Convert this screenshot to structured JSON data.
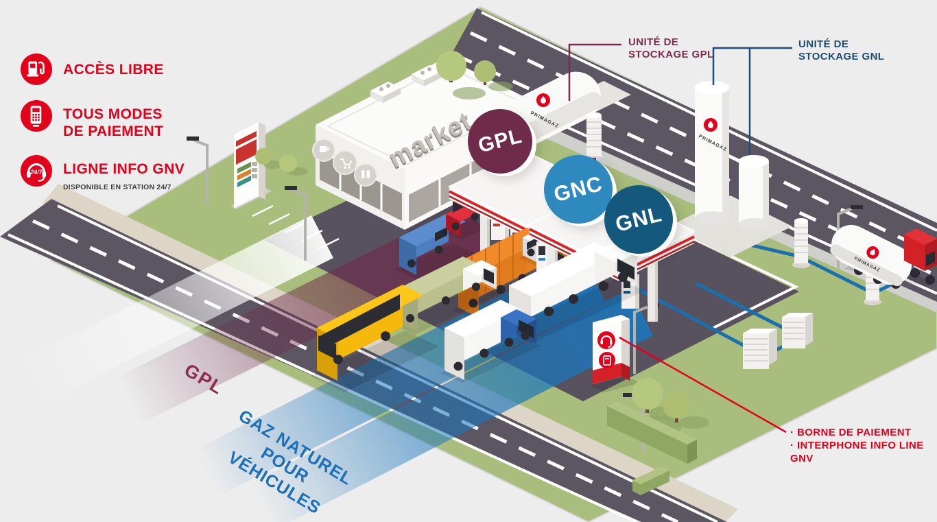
{
  "colors": {
    "primagaz_red": "#e2001a",
    "gpl_maroon": "#6e2b4a",
    "gnc_blue": "#2e8abe",
    "gnl_blue": "#15587e",
    "callout_gpl_text": "#7b2d4f",
    "callout_gnl_text": "#1d4d76",
    "flow_gpl_text": "#8c2d51",
    "flow_gnv_text": "#1d70b7",
    "grass": "#a9bd7c",
    "asphalt": "#5b5662",
    "forecourt": "#58525f",
    "background": "#ededed"
  },
  "legend": {
    "items": [
      {
        "icon": "fuel-pump-icon",
        "lines": [
          "ACCÈS LIBRE"
        ]
      },
      {
        "icon": "payment-terminal-icon",
        "lines": [
          "TOUS MODES",
          "DE PAIEMENT"
        ]
      },
      {
        "icon": "headset-24-7-icon",
        "lines": [
          "LIGNE INFO GNV"
        ],
        "sublabel": "DISPONIBLE EN STATION 24/7",
        "badge": "24/7"
      }
    ]
  },
  "callouts": {
    "gpl_storage": {
      "line1": "UNITÉ DE",
      "line2": "STOCKAGE GPL"
    },
    "gnl_storage": {
      "line1": "UNITÉ DE",
      "line2": "STOCKAGE GNL"
    },
    "payment": {
      "line1": "· BORNE DE PAIEMENT",
      "line2": "· INTERPHONE INFO LINE GNV"
    }
  },
  "badges": {
    "gpl": "GPL",
    "gnc": "GNC",
    "gnl": "GNL"
  },
  "flows": {
    "gpl": "GPL",
    "gnv_line1": "GAZ NATUREL",
    "gnv_line2": "POUR VÉHICULES"
  },
  "scene": {
    "market_sign": "market",
    "brand": "PRIMAGAZ"
  }
}
